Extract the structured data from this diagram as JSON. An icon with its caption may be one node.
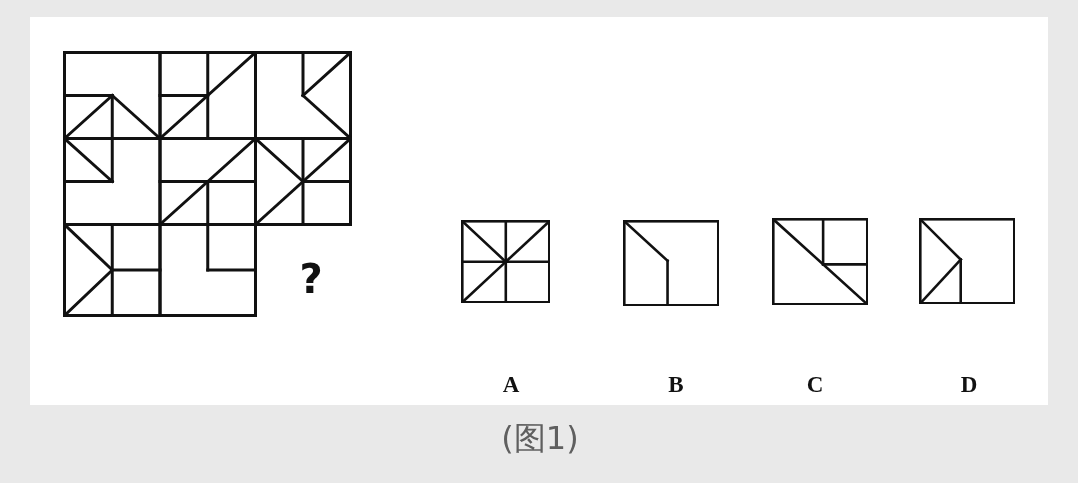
{
  "diagram": {
    "caption": "(图1)",
    "labels": [
      "?",
      "A",
      "B",
      "C",
      "D"
    ]
  }
}
